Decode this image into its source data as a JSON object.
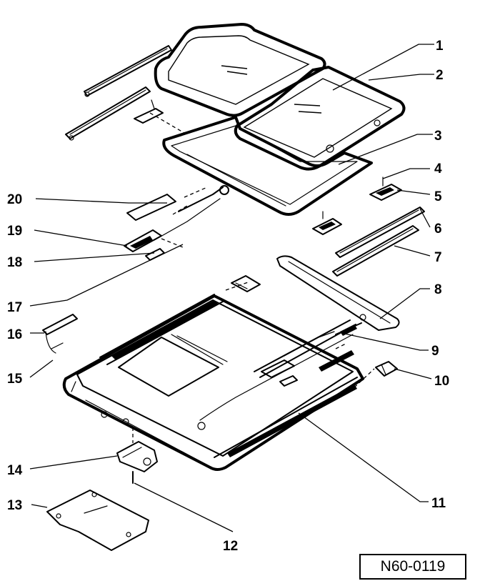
{
  "callouts": {
    "c1": "1",
    "c2": "2",
    "c3": "3",
    "c4": "4",
    "c5": "5",
    "c6": "6",
    "c7": "7",
    "c8": "8",
    "c9": "9",
    "c10": "10",
    "c11": "11",
    "c12": "12",
    "c13": "13",
    "c14": "14",
    "c15": "15",
    "c16": "16",
    "c17": "17",
    "c18": "18",
    "c19": "19",
    "c20": "20"
  },
  "reference_code": "N60-0119"
}
